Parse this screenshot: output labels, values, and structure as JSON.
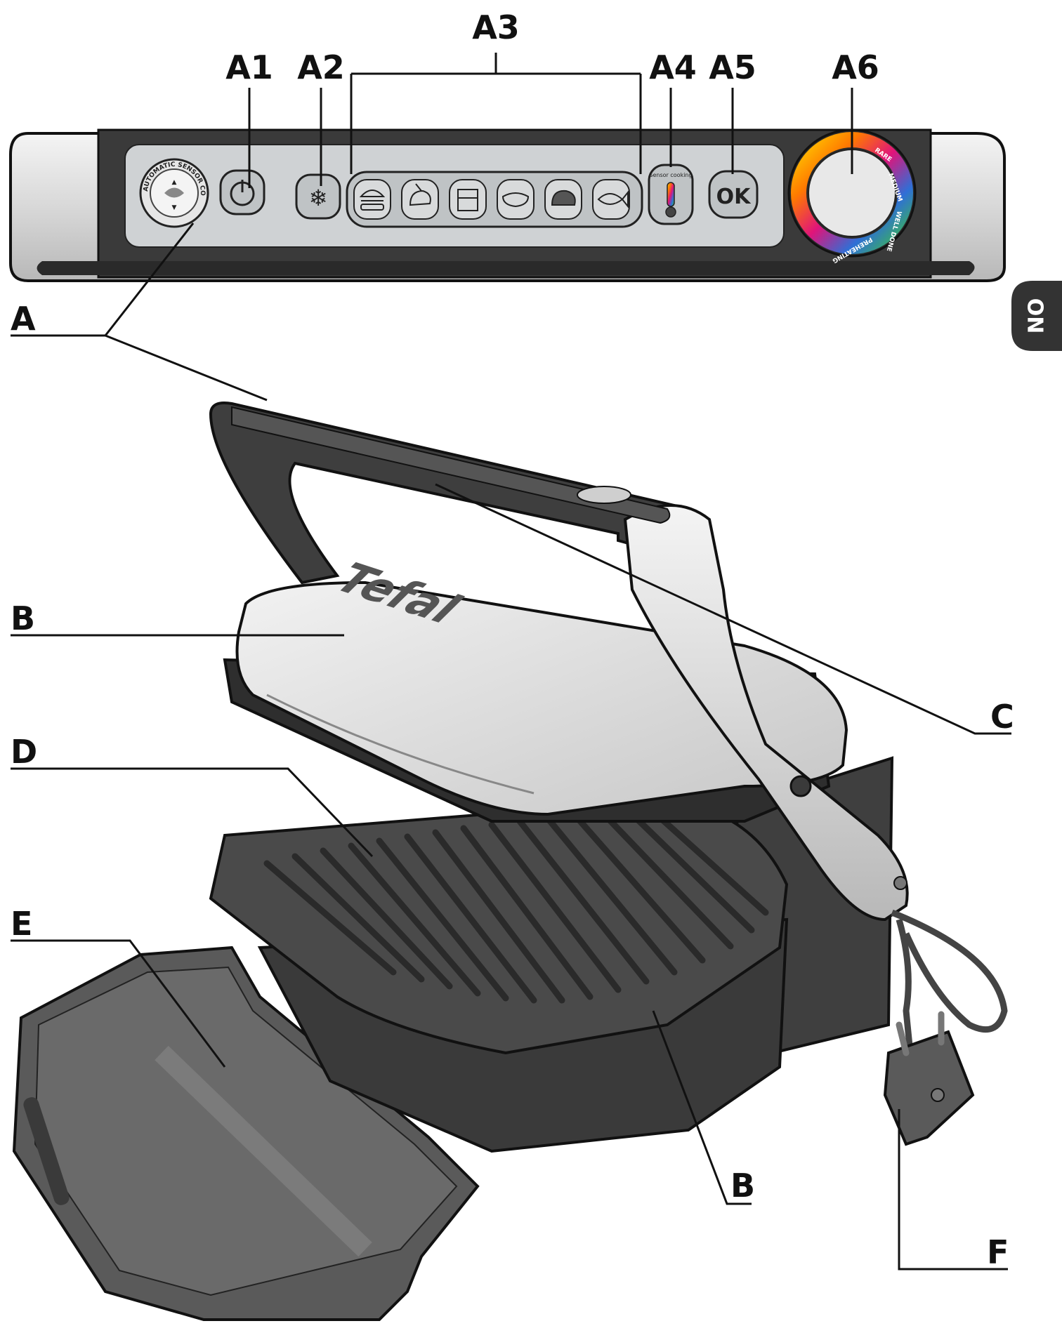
{
  "labels": {
    "A1": "A1",
    "A2": "A2",
    "A3": "A3",
    "A4": "A4",
    "A5": "A5",
    "A6": "A6",
    "A": "A",
    "B_top": "B",
    "B_bottom": "B",
    "C": "C",
    "D": "D",
    "E": "E",
    "F": "F"
  },
  "side_tab": "NO",
  "panel": {
    "ok_label": "OK",
    "sensor_text": "AUTOMATIC SENSOR COOKING",
    "sensor_cooking_label": "Sensor cooking",
    "dial_labels": [
      "RARE",
      "MEDIUM",
      "WELL DONE",
      "PREHEATING"
    ]
  },
  "grill": {
    "brand": "Tefal"
  },
  "colors": {
    "ink": "#111111",
    "panel_dark": "#3a3a3a",
    "panel_light": "#cfd2d4",
    "metal": "#dcdcdc",
    "plate": "#4a4a4a",
    "tray": "#5a5a5a"
  }
}
